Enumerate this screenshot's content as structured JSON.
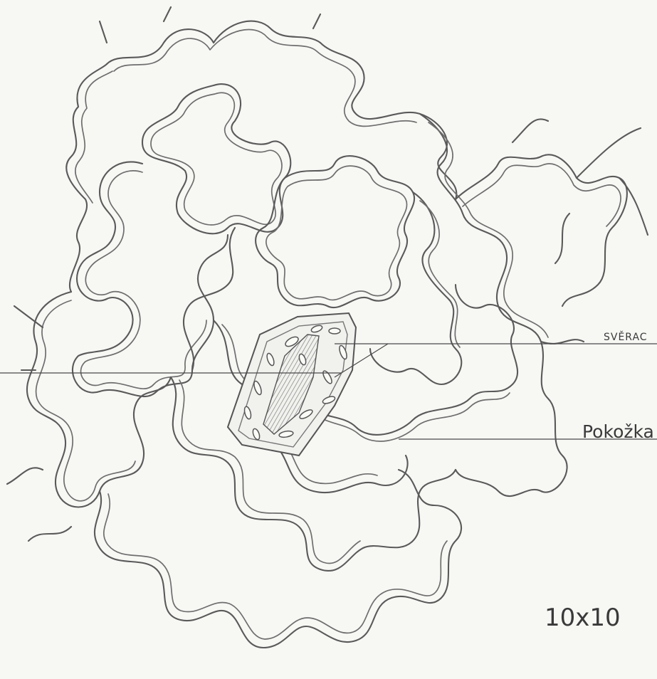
{
  "labels": {
    "top": "SVĚRAC",
    "bottom": "Pokožka",
    "magnification": "10x10"
  }
}
